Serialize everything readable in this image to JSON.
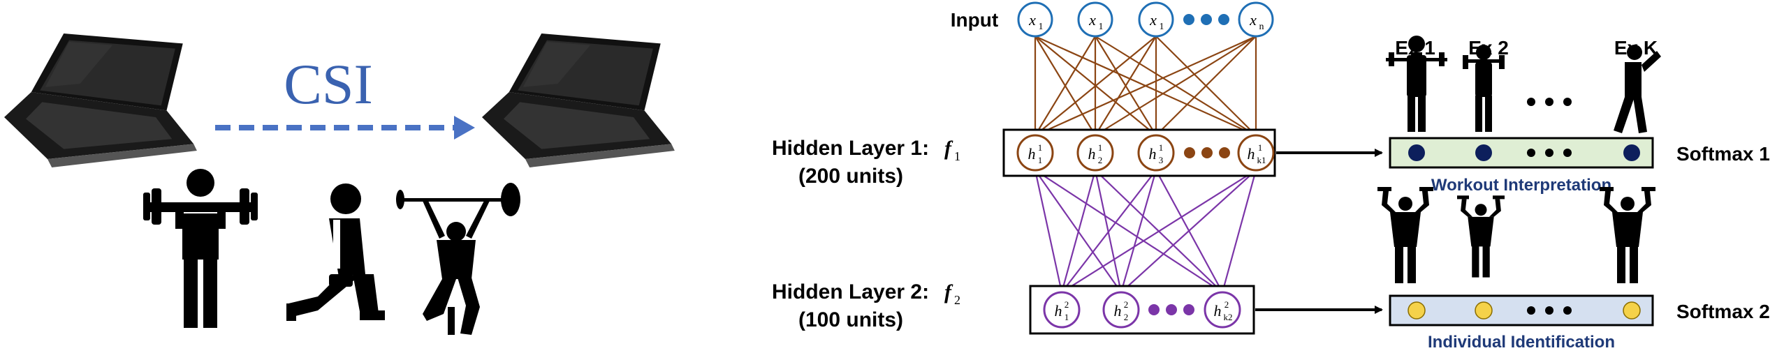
{
  "left": {
    "signal_label": "CSI"
  },
  "network": {
    "input_label": "Input",
    "input_nodes": [
      {
        "base": "x",
        "sub": "1"
      },
      {
        "base": "x",
        "sub": "1"
      },
      {
        "base": "x",
        "sub": "1"
      },
      {
        "base": "x",
        "sub": "n"
      }
    ],
    "hidden1": {
      "title": "Hidden Layer 1:",
      "symbol": "f",
      "symbol_sub": "1",
      "units": "(200 units)",
      "nodes": [
        {
          "base": "h",
          "sup": "1",
          "sub": "1"
        },
        {
          "base": "h",
          "sup": "1",
          "sub": "2"
        },
        {
          "base": "h",
          "sup": "1",
          "sub": "3"
        },
        {
          "base": "h",
          "sup": "1",
          "sub": "k1"
        }
      ]
    },
    "hidden2": {
      "title": "Hidden Layer 2:",
      "symbol": "f",
      "symbol_sub": "2",
      "units": "(100 units)",
      "nodes": [
        {
          "base": "h",
          "sup": "2",
          "sub": "1"
        },
        {
          "base": "h",
          "sup": "2",
          "sub": "2"
        },
        {
          "base": "h",
          "sup": "2",
          "sub": "k2"
        }
      ]
    }
  },
  "outputs": {
    "exercise_labels": [
      "Ex 1",
      "Ex 2",
      "Ex K"
    ],
    "softmax1": {
      "label": "Softmax 1",
      "caption": "Workout Interpretation"
    },
    "softmax2": {
      "label": "Softmax 2",
      "caption": "Individual Identification"
    }
  },
  "colors": {
    "input_blue": "#1f6fb5",
    "brown": "#8b4513",
    "purple": "#7b35a8",
    "csi_blue": "#3a62b0",
    "softmax1_fill": "#dfeed4",
    "softmax2_fill": "#d5e0f0",
    "navy_node": "#0d1f5c",
    "yellow_node": "#f5d24a",
    "caption_navy": "#1f3a78"
  }
}
